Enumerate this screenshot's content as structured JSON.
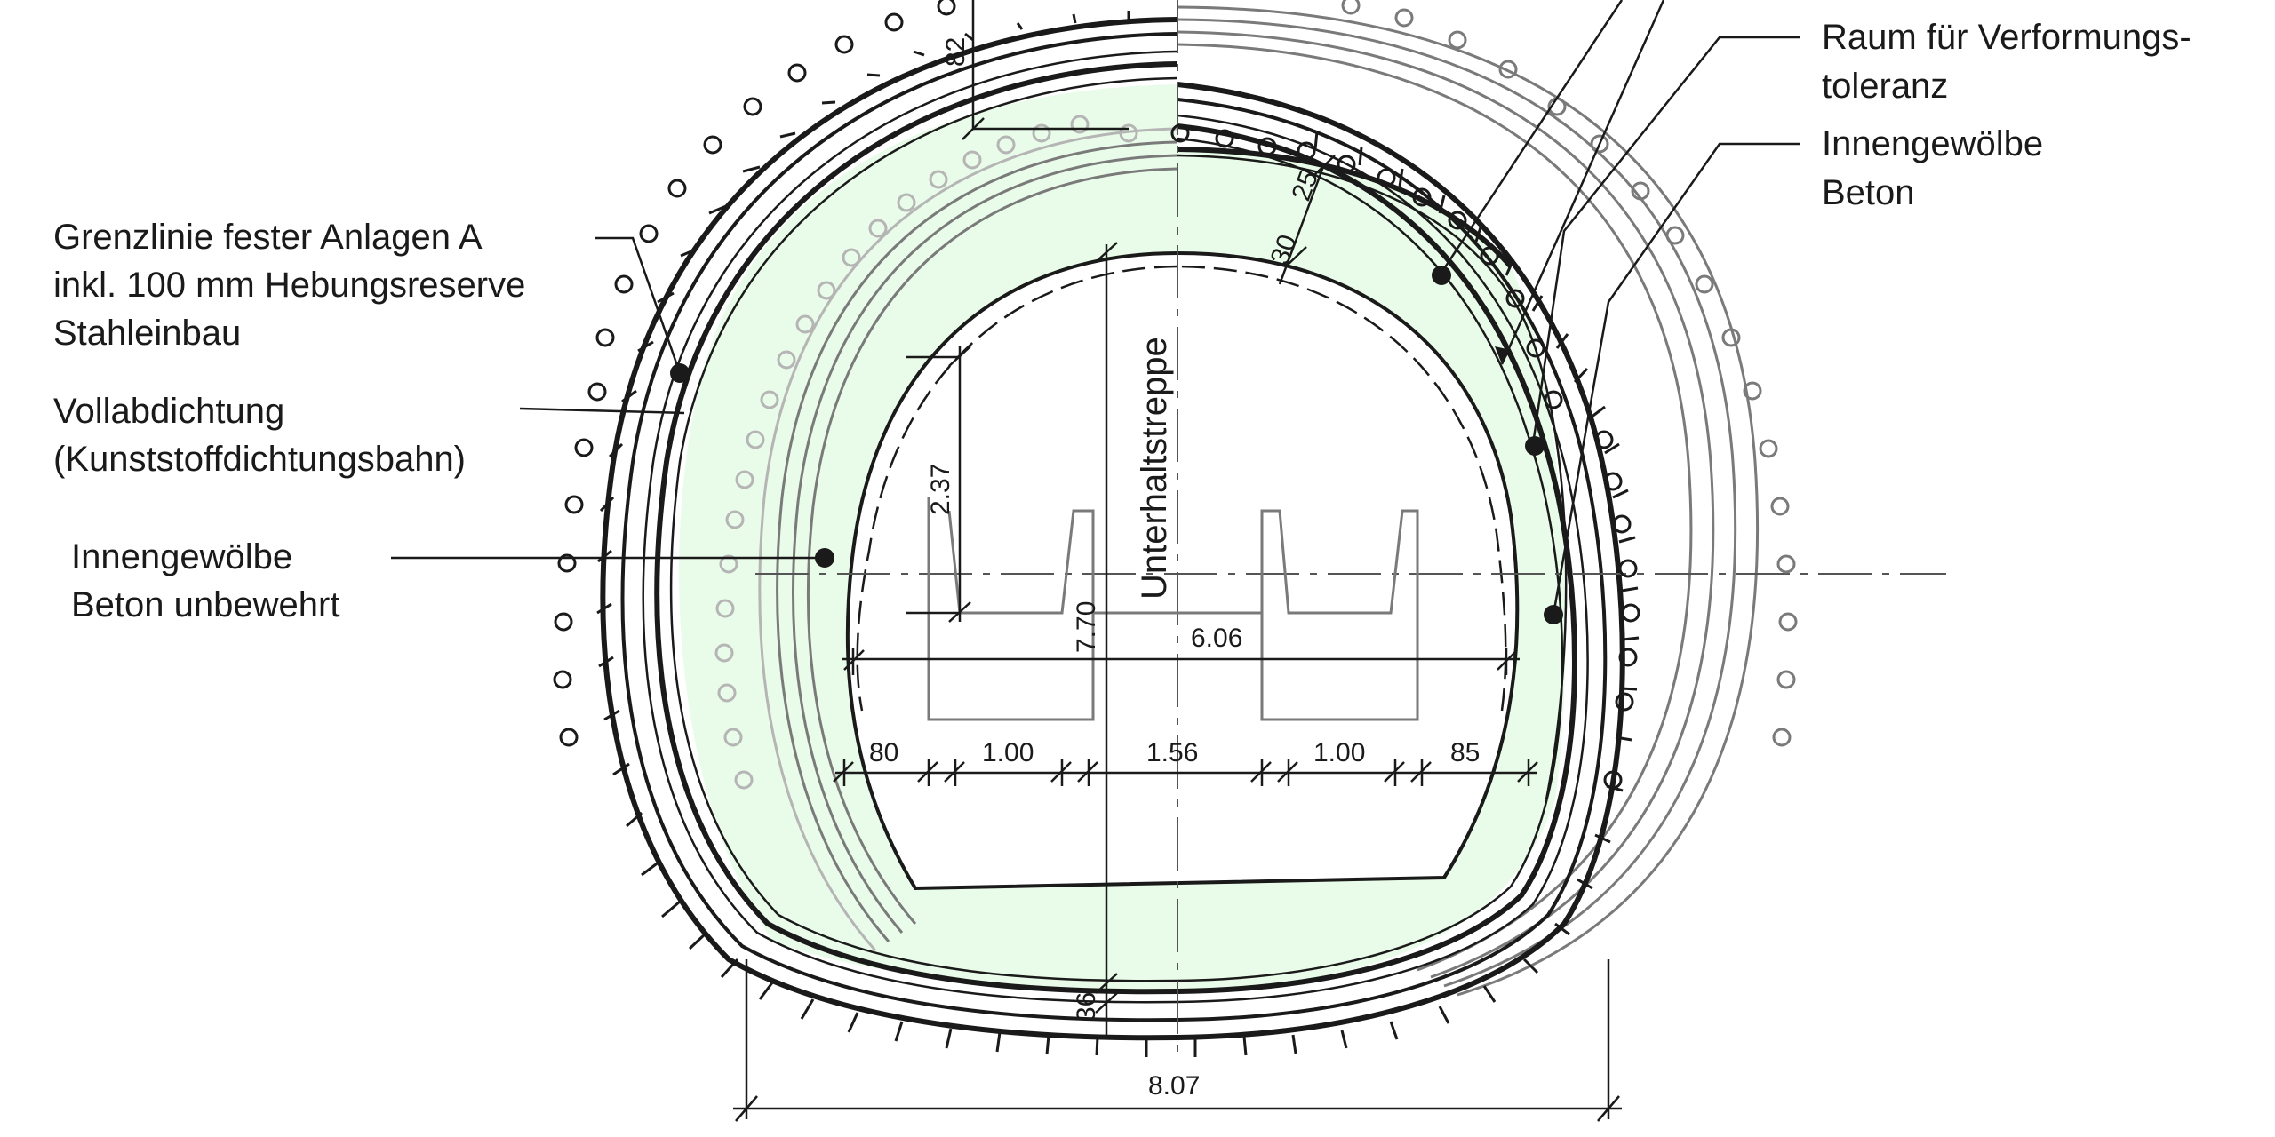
{
  "labels": {
    "verformung_line1": "Raum für Verformungs-",
    "verformung_line2": "toleranz",
    "innen_bewehrt_line1": "Innengewölbe",
    "innen_bewehrt_line2": "Beton",
    "grenzlinie_line1": "Grenzlinie fester Anlagen A",
    "grenzlinie_line2": "inkl. 100 mm Hebungsreserve",
    "grenzlinie_line3": "Stahleinbau",
    "vollab_line1": "Vollabdichtung",
    "vollab_line2": "(Kunststoffdichtungsbahn)",
    "innen_unbewehrt_line1": "Innengewölbe",
    "innen_unbewehrt_line2": "Beton unbewehrt",
    "stair": "Unterhaltstreppe"
  },
  "dimensions": {
    "d82": "82",
    "d25": "25",
    "d30": "30",
    "d237": "2.37",
    "d770": "7.70",
    "d606": "6.06",
    "d80": "80",
    "d100a": "1.00",
    "d156": "1.56",
    "d100b": "1.00",
    "d85": "85",
    "d36": "36",
    "d807": "8.07"
  },
  "colors": {
    "fill_green": "#e9fce9",
    "line": "#1a1a1a",
    "grey": "#7a7a7a"
  }
}
